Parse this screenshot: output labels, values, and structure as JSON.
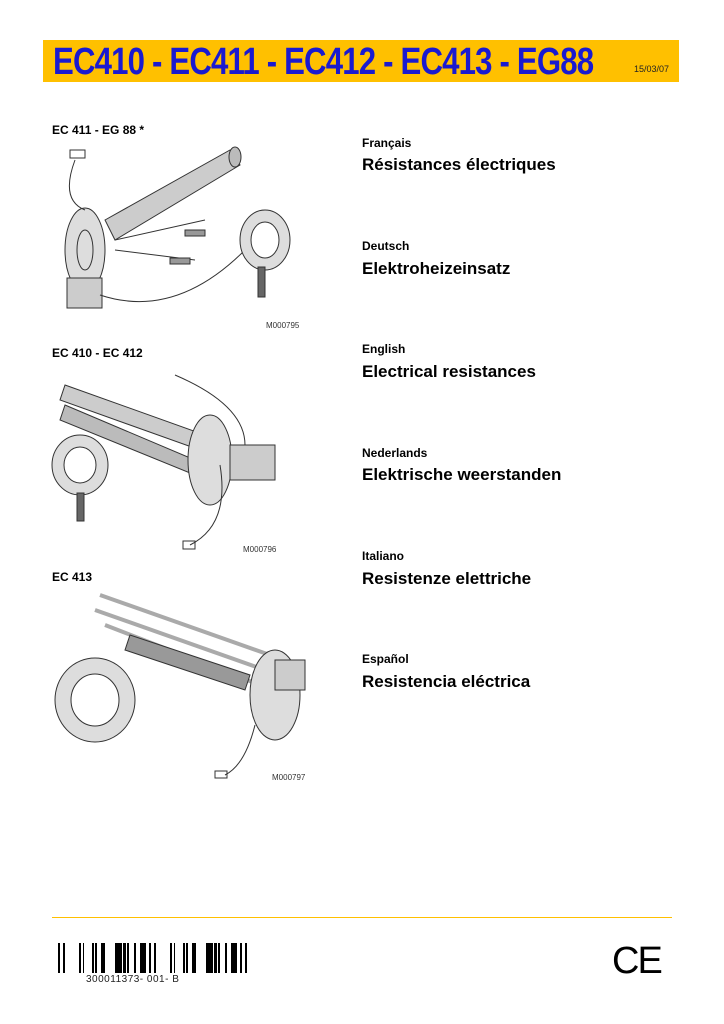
{
  "header": {
    "title": "EC410 - EC411 - EC412 - EC413 - EG88",
    "date": "15/03/07"
  },
  "figures": [
    {
      "label": "EC 411 - EG 88 *",
      "code": "M000795"
    },
    {
      "label": "EC 410 - EC 412",
      "code": "M000796"
    },
    {
      "label": "EC 413",
      "code": "M000797"
    }
  ],
  "languages": [
    {
      "language": "Français",
      "title": "Résistances électriques"
    },
    {
      "language": "Deutsch",
      "title": "Elektroheizeinsatz"
    },
    {
      "language": "English",
      "title": "Electrical resistances"
    },
    {
      "language": "Nederlands",
      "title": "Elektrische weerstanden"
    },
    {
      "language": "Italiano",
      "title": "Resistenze elettriche"
    },
    {
      "language": "Español",
      "title": "Resistencia eléctrica"
    }
  ],
  "footer": {
    "barcode_number": "300011373- 001- B",
    "mark": "CE"
  }
}
